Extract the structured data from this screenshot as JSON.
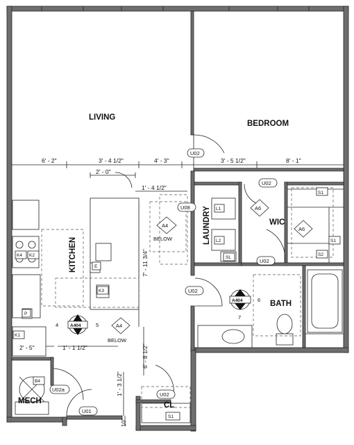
{
  "rooms": {
    "living": "LIVING",
    "bedroom": "BEDROOM",
    "kitchen": "KITCHEN",
    "laundry": "LAUNDRY",
    "wic": "WIC",
    "bath": "BATH",
    "mech": "MECH",
    "cl": "CL"
  },
  "dimensions": {
    "d1": "6' - 2\"",
    "d2": "3' - 4 1/2\"",
    "d3": "4' - 3\"",
    "d4": "3' - 5 1/2\"",
    "d5": "8' - 1\"",
    "d6": "2' - 0\"",
    "d7": "1' - 4 1/2\"",
    "d8": "7' - 11 3/4\"",
    "d9": "1' - 1 1/2\"",
    "d10": "2' - 5\"",
    "d11": "6' - 8 1/2\"",
    "d12": "1' - 3 1/2\"",
    "d13": "10'"
  },
  "door_tags": {
    "u02_a": "U02",
    "u02_b": "U02",
    "u02_c": "U02",
    "u02_d": "U02",
    "u02a": "U02a",
    "u02_e": "U02",
    "u01": "U01",
    "u08": "U08"
  },
  "section_tags": {
    "a4_top": "A4",
    "below_top": "BELOW",
    "a4_bottom": "A4",
    "below_bottom": "BELOW",
    "a6_a": "A6",
    "a6_b": "A6",
    "a404_left": "A404",
    "n4": "4",
    "n5": "5",
    "a404_bath": "A404",
    "n6": "6",
    "n7": "7"
  },
  "fixture_tags": {
    "s1_a": "S1",
    "s1_b": "S1",
    "s2": "S2",
    "s1_cl": "S1",
    "sl": "SL",
    "l1": "L1",
    "l2": "L2",
    "k1": "K1",
    "k2": "K2",
    "k3": "K3",
    "k4": "K4",
    "b4": "B4",
    "p": "P",
    "e": "E"
  },
  "colors": {
    "wall_fill": "#6e6e6e",
    "line": "#222222",
    "paper": "#ffffff"
  }
}
